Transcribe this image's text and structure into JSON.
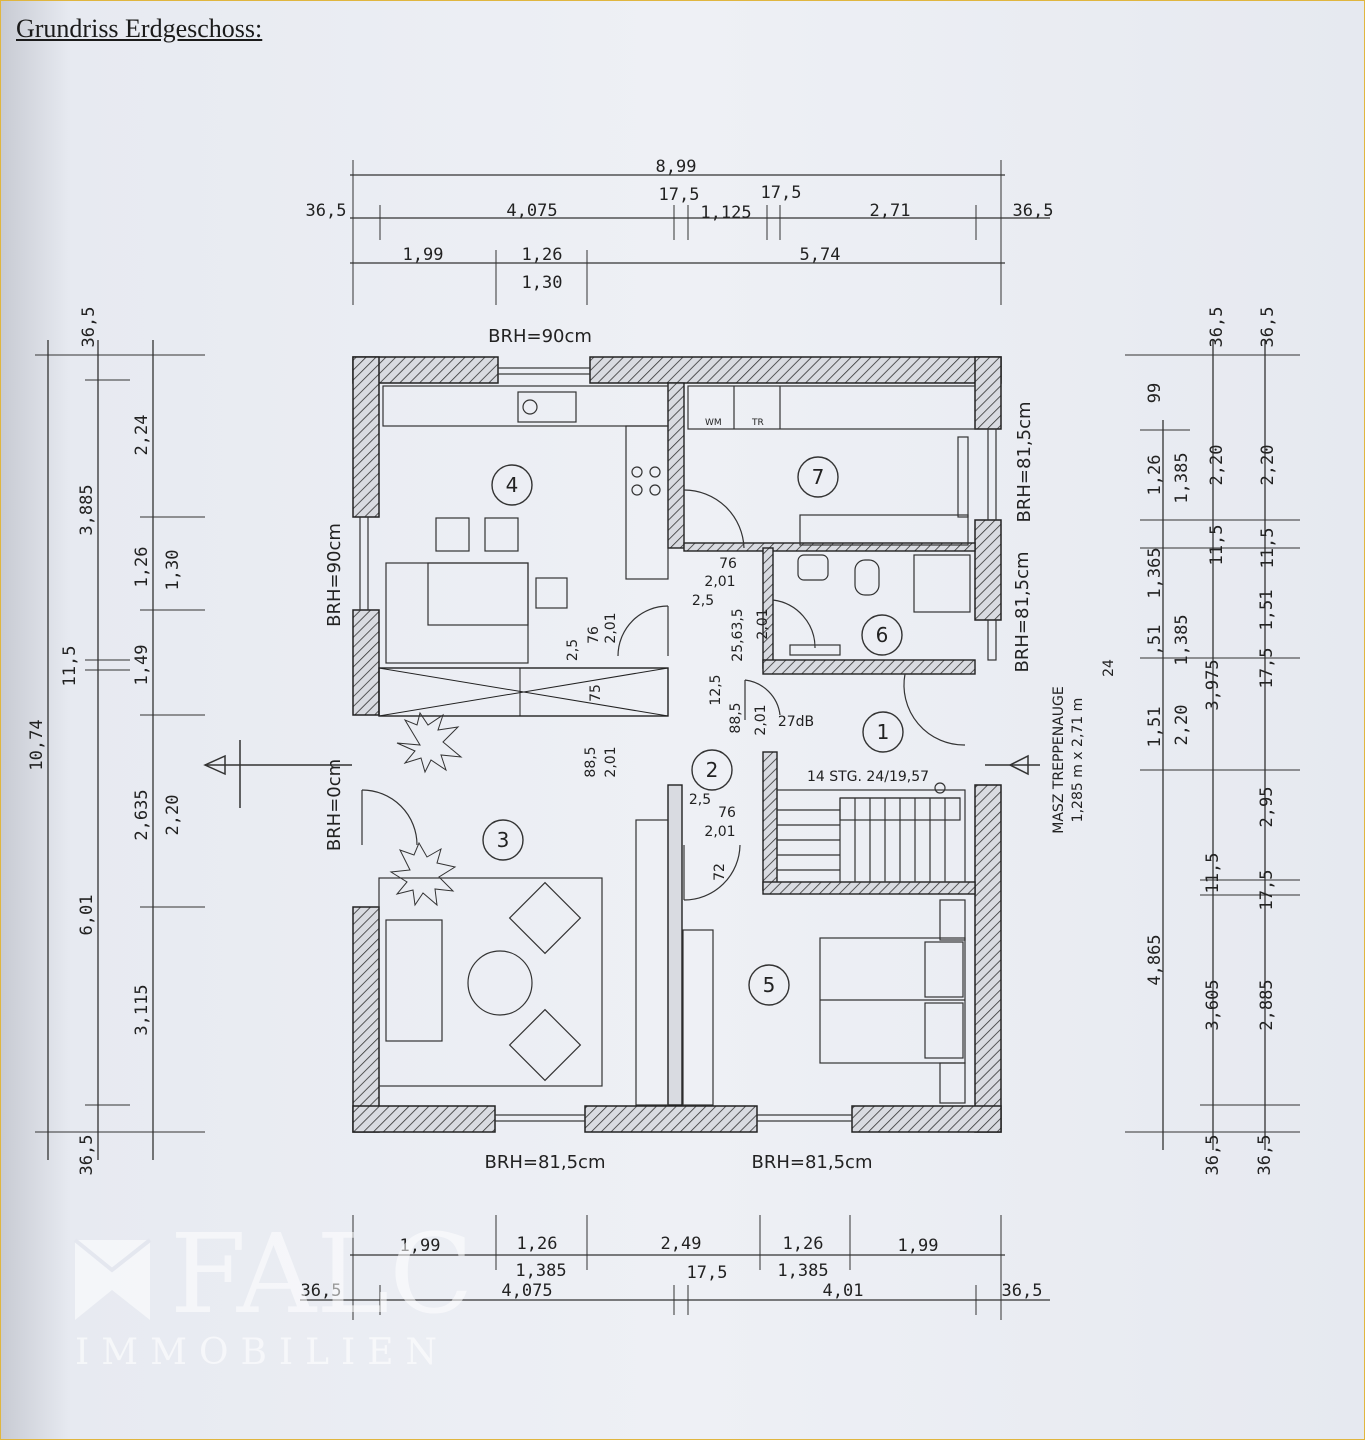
{
  "title": "Grundriss Erdgeschoss:",
  "top_dims": {
    "total": "8,99",
    "row2": [
      "36,5",
      "4,075",
      "17,5",
      "1,125",
      "17,5",
      "2,71",
      "36,5"
    ],
    "row3": [
      "1,99",
      "1,26",
      "5,74"
    ],
    "row4": "1,30"
  },
  "bottom_dims": {
    "row1": [
      "1,99",
      "1,26",
      "2,49",
      "1,26",
      "1,99"
    ],
    "row2": [
      "1,385",
      "1,385"
    ],
    "row3": [
      "36,5",
      "4,075",
      "17,5",
      "4,01",
      "36,5"
    ]
  },
  "left_dims": {
    "total": "10,74",
    "col1": [
      "36,5",
      "3,885",
      "11,5",
      "6,01",
      "36,5"
    ],
    "col2": [
      "2,24",
      "1,26",
      "1,49",
      "2,635",
      "3,115"
    ],
    "col3": [
      "1,30",
      "2,20"
    ]
  },
  "right_dims": {
    "col1": [
      "99",
      "1,26",
      "1,365",
      ",51",
      "1,51",
      "4,865",
      "11,5"
    ],
    "col2": [
      "1,385",
      "1,385",
      "2,20",
      "3,605",
      "3,975"
    ],
    "col3": [
      "36,5",
      "2,20",
      "11,5",
      "1,51",
      "17,5",
      "2,95",
      "17,5",
      "2,885",
      "36,5"
    ],
    "col4": [
      "36,5",
      "2,20",
      "11,5",
      "36,5"
    ]
  },
  "window_labels": {
    "top": "BRH=90cm",
    "left_upper": "BRH=90cm",
    "left_lower": "BRH=0cm",
    "right_upper": "BRH=81,5cm",
    "right_lower": "BRH=81,5cm",
    "bottom_left": "BRH=81,5cm",
    "bottom_right": "BRH=81,5cm"
  },
  "rooms": [
    "1",
    "2",
    "3",
    "4",
    "5",
    "6",
    "7"
  ],
  "interior_dims": {
    "door_a": "76",
    "door_a2": "2,01",
    "door_a3": "2,5",
    "door_b": "2,5",
    "door_b2": "76",
    "door_b3": "2,01",
    "door_c": "25,63,5",
    "door_c2": "2,01",
    "door_d": "12,5",
    "door_d2": "88,5",
    "door_d3": "2,01",
    "door_d4": "27dB",
    "door_e": "88,5",
    "door_e2": "2,01",
    "door_f": "2,5",
    "door_f2": "76",
    "door_f3": "2,01",
    "door_f4": "72",
    "wall_75": "75"
  },
  "stair_label": "14 STG. 24/19,57",
  "stair_note_1": "MASZ TREPPENAUGE",
  "stair_note_2": "1,285 m x 2,71 m",
  "stair_note_3": "24",
  "appliance_labels": [
    "WM",
    "TR"
  ],
  "watermark": {
    "brand": "FALC",
    "sub": "IMMOBILIEN"
  }
}
